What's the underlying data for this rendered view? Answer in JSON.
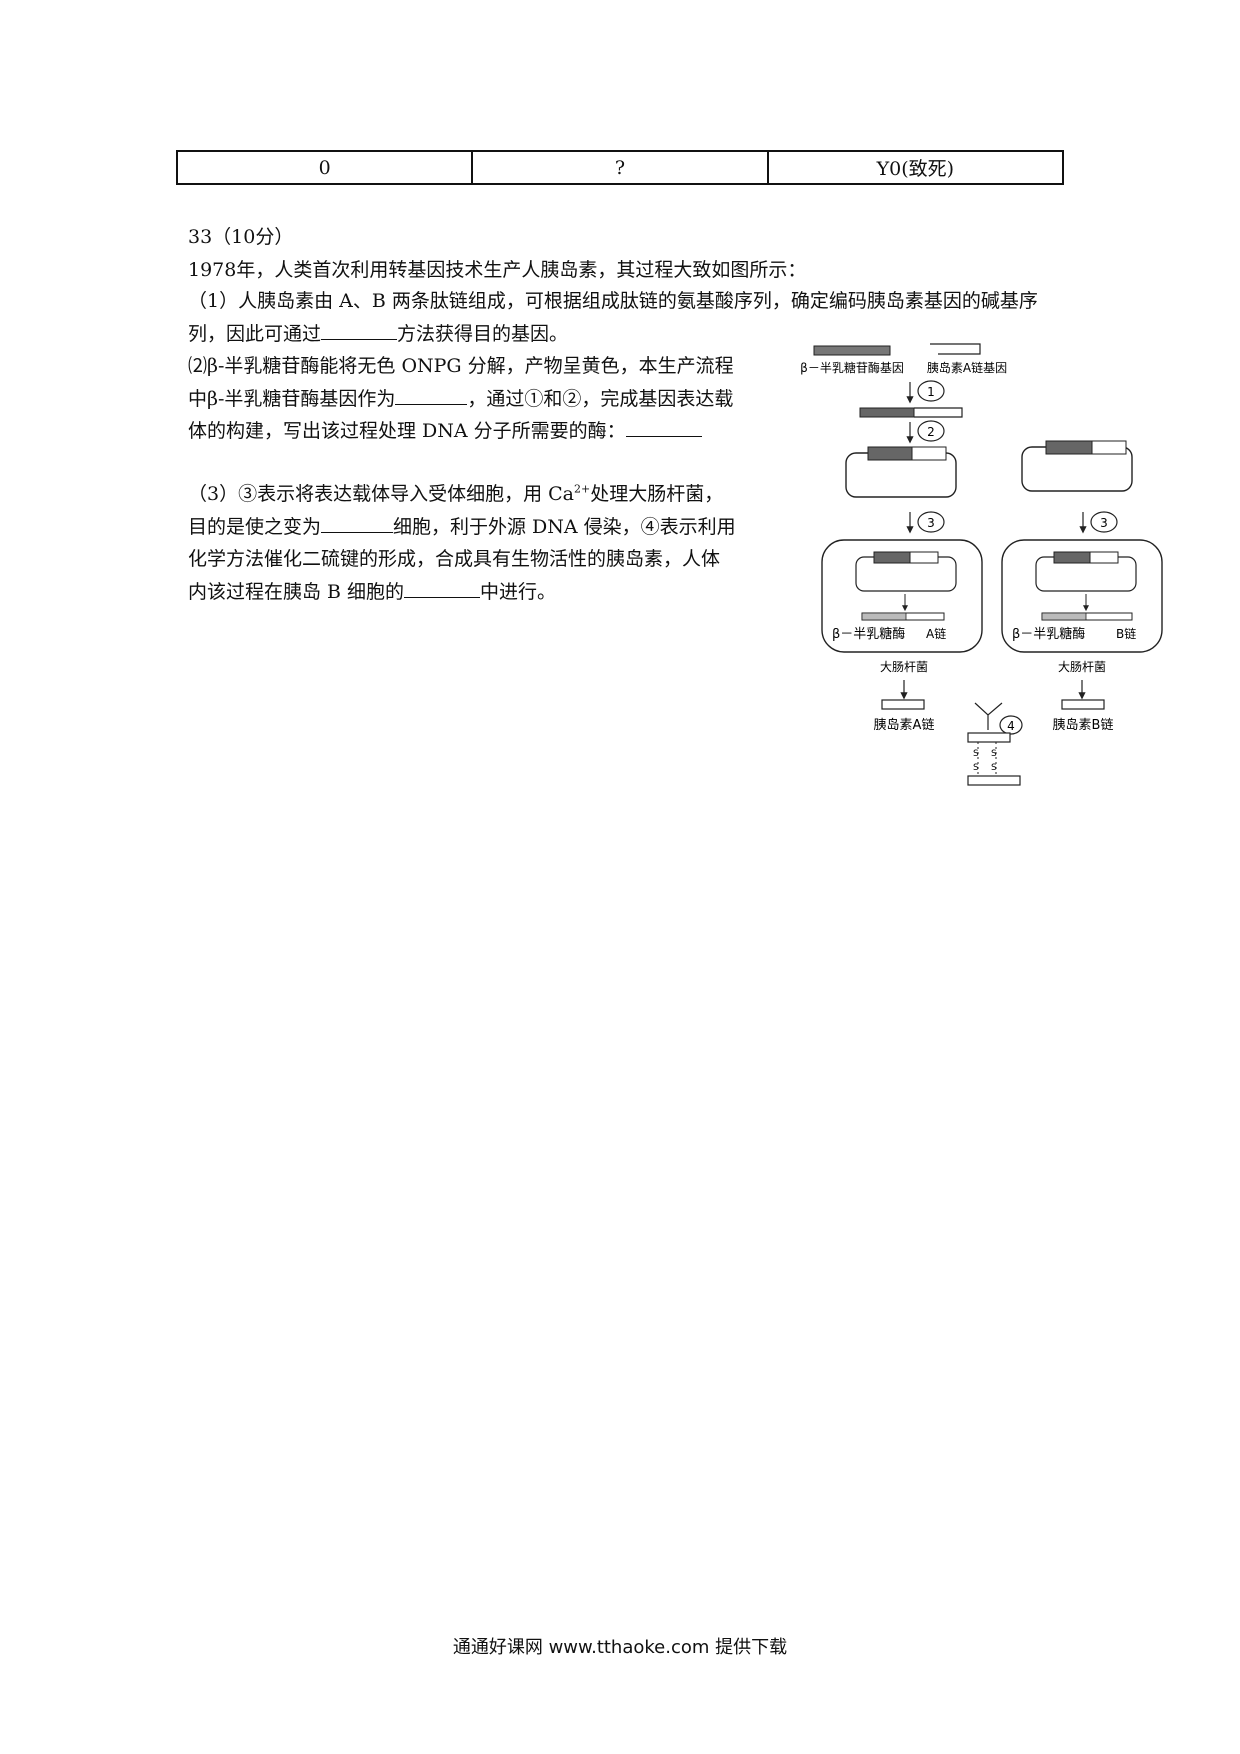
{
  "table": {
    "cells": [
      "0",
      "?",
      "Y0(致死)"
    ]
  },
  "question": {
    "header": "33（10分）",
    "intro": "1978年，人类首次利用转基因技术生产人胰岛素，其过程大致如图所示：",
    "p1_text1": "（1）人胰岛素由 A、B 两条肽链组成，可根据组成肽链的氨基酸序列，确定编码胰岛素基因的碱基序列，因此可通过",
    "p1_text2": "方法获得目的基因。",
    "p2_text1": "⑵β-半乳糖苷酶能将无色 ONPG 分解，产物呈黄色，本生产流程中β-半乳糖苷酶基因作为",
    "p2_text2": "，通过①和②，完成基因表达载体的构建，写出该过程处理 DNA 分子所需要的酶：",
    "p3_text1": "（3）③表示将表达载体导入受体细胞，用 Ca",
    "p3_sup": "2+",
    "p3_text2": "处理大肠杆菌，目的是使之变为",
    "p3_text3": "细胞，利于外源 DNA 侵染，④表示利用化学方法催化二硫键的形成，合成具有生物活性的胰岛素，人体内该过程在胰岛 B 细胞的",
    "p3_text4": "中进行。"
  },
  "diagram": {
    "gene_label_left": "β－半乳糖苷酶基因",
    "gene_label_right": "胰岛素A链基因",
    "step1": "1",
    "step2": "2",
    "step3": "3",
    "step4": "4",
    "enzyme_label_left": "β－半乳糖酶",
    "chain_label_left": "A链",
    "enzyme_label_right": "β－半乳糖酶",
    "chain_label_right": "B链",
    "ecoli_left": "大肠杆菌",
    "ecoli_right": "大肠杆菌",
    "product_left": "胰岛素A链",
    "product_right": "胰岛素B链",
    "ss1": "S",
    "ss2": "S",
    "ss3": "S",
    "ss4": "S"
  },
  "footer": {
    "text": "通通好课网  www.tthaoke.com  提供下载"
  }
}
